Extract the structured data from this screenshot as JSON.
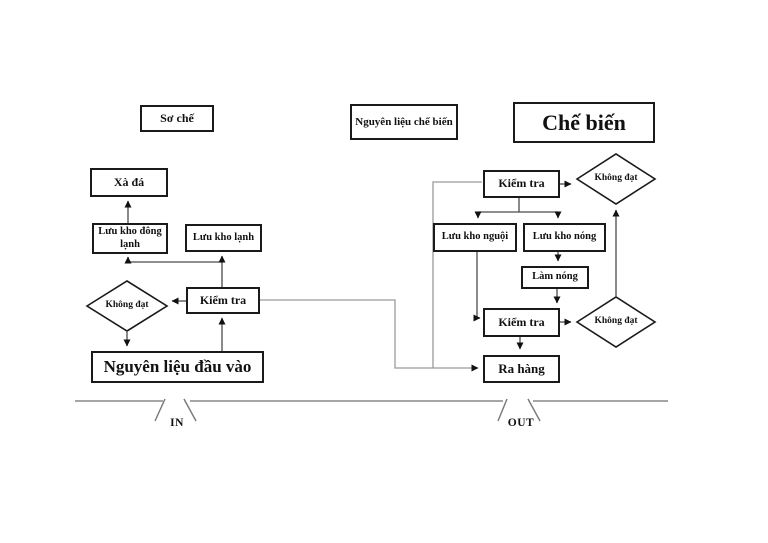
{
  "diagram": {
    "stage_headers": {
      "so_che": "Sơ chế",
      "nguyen_lieu_che_bien": "Nguyên liệu chế biến",
      "che_bien": "Chế biến"
    },
    "nodes": {
      "xa_da": "Xà đá",
      "luu_kho_dong_lanh": "Lưu kho đông lạnh",
      "luu_kho_lanh": "Lưu kho lạnh",
      "kiem_tra_left": "Kiểm tra",
      "nguyen_lieu_dau_vao": "Nguyên liệu đầu vào",
      "kiem_tra_top_right": "Kiểm tra",
      "luu_kho_nguoi": "Lưu kho nguội",
      "luu_kho_nong": "Lưu kho nóng",
      "lam_nong": "Làm nóng",
      "kiem_tra_bottom_right": "Kiểm tra",
      "ra_hang": "Ra hàng"
    },
    "decisions": {
      "khong_dat_left": "Không đạt",
      "khong_dat_top": "Không đạt",
      "khong_dat_bottom": "Không đạt"
    },
    "flow_markers": {
      "in": "IN",
      "out": "OUT"
    },
    "colors": {
      "background": "#ffffff",
      "box_border": "#1a1a1a",
      "connector": "#4a4a4a",
      "long_connector_gray": "#9a9a9a",
      "baseline_gray": "#9a9a9a",
      "text": "#111111"
    }
  }
}
